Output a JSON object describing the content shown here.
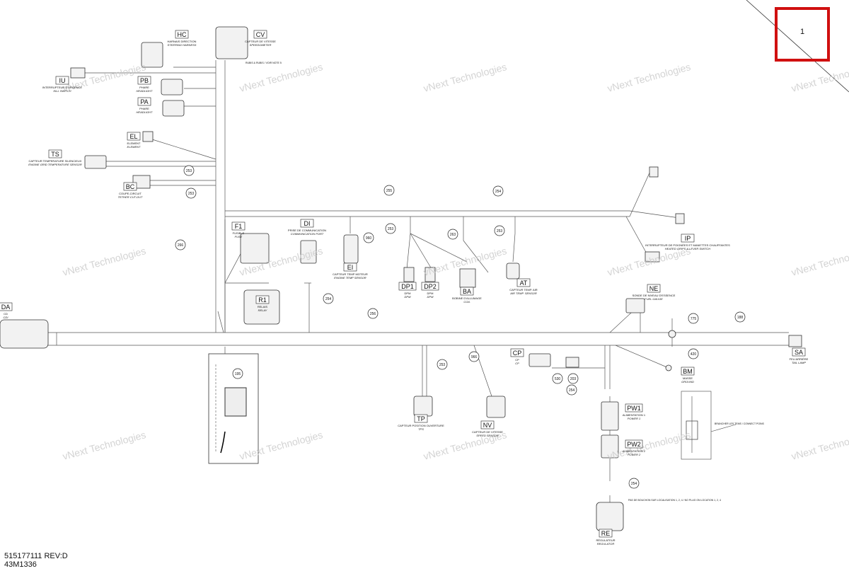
{
  "callout": {
    "number": "1"
  },
  "footer": {
    "part_number": "515177111 REV:D",
    "diagram_code": "43M1336"
  },
  "watermark": "vNext Technologies",
  "connectors": [
    {
      "code": "HC",
      "fr": "HARNAIS DIRECTION",
      "en": "STEERING HARNESS"
    },
    {
      "code": "CV",
      "fr": "CAPTEUR DE VITESSE",
      "en": "SPEEDOMETER"
    },
    {
      "code": "IU",
      "fr": "INTERRUPTEUR D'URGENCE",
      "en": "KILL SWITCH"
    },
    {
      "code": "PB",
      "fr": "PHARE",
      "en": "HEADLIGHT"
    },
    {
      "code": "PA",
      "fr": "PHARE",
      "en": "HEADLIGHT"
    },
    {
      "code": "EL",
      "fr": "ELEMENT",
      "en": "ELEMENT"
    },
    {
      "code": "TS",
      "fr": "CAPTEUR TEMPERATURE SILENCIEUX",
      "en": "ENGINE GRID TEMPERATURE SENSOR"
    },
    {
      "code": "BC",
      "fr": "COUPE-CIRCUIT",
      "en": "TETHER CUT-OUT"
    },
    {
      "code": "F1",
      "fr": "FUSIBLE",
      "en": "FUSE"
    },
    {
      "code": "DI",
      "fr": "PRISE DE COMMUNICATION",
      "en": "COMMUNICATION PORT"
    },
    {
      "code": "EI",
      "fr": "CAPTEUR TEMP MOTEUR",
      "en": "ENGINE TEMP SENSOR"
    },
    {
      "code": "DP1",
      "fr": "DPM",
      "en": "DPM"
    },
    {
      "code": "DP2",
      "fr": "DPM",
      "en": "DPM"
    },
    {
      "code": "BA",
      "fr": "BOBINE D'ALLUMAGE",
      "en": "COIL"
    },
    {
      "code": "AT",
      "fr": "CAPTEUR TEMP. AIR",
      "en": "AIR TEMP. SENSOR"
    },
    {
      "code": "IP",
      "fr": "INTERRUPTEUR DE POIGNÉES ET MANETTES CHAUFFANTES",
      "en": "HEATED GRIPS & LEVER SWITCH"
    },
    {
      "code": "NE",
      "fr": "SONDE DE NIVEAU D'ESSENCE",
      "en": "FUEL GAUGE"
    },
    {
      "code": "R1",
      "fr": "RELAIS",
      "en": "RELAY"
    },
    {
      "code": "DA",
      "fr": "CD",
      "en": "CDI"
    },
    {
      "code": "SA",
      "fr": "FEU ARRIÈRE",
      "en": "TAIL LAMP"
    },
    {
      "code": "CP",
      "fr": "CP",
      "en": "CP"
    },
    {
      "code": "BM",
      "fr": "MASSE",
      "en": "GROUND"
    },
    {
      "code": "TP",
      "fr": "CAPTEUR POSITION OUVERTURE",
      "en": "TPS"
    },
    {
      "code": "NV",
      "fr": "CAPTEUR DE VITESSE",
      "en": "SPEED SENSOR"
    },
    {
      "code": "PW1",
      "fr": "ALIMENTATION 1",
      "en": "POWER 1"
    },
    {
      "code": "PW2",
      "fr": "ALIMENTATION 2",
      "en": "POWER 2"
    },
    {
      "code": "RE",
      "fr": "RÉGULATEUR",
      "en": "REGULATOR"
    }
  ],
  "lengths": [
    "253",
    "253",
    "266",
    "255",
    "254",
    "253",
    "263",
    "253",
    "960",
    "254",
    "256",
    "775",
    "188",
    "420",
    "195",
    "253",
    "966",
    "530",
    "203",
    "254",
    "254"
  ],
  "notes": {
    "cv_note": "RUBIS & RUBIS / VOIR NOTE 5",
    "bm_note": "BRANCHER LES TEMS / CONNECT POINS",
    "re_note": "PAS DE BOUCHON SUR LOCALISATION 1, 2, 4 / NO PLUG ON LOCATION 1, 2, 4"
  }
}
